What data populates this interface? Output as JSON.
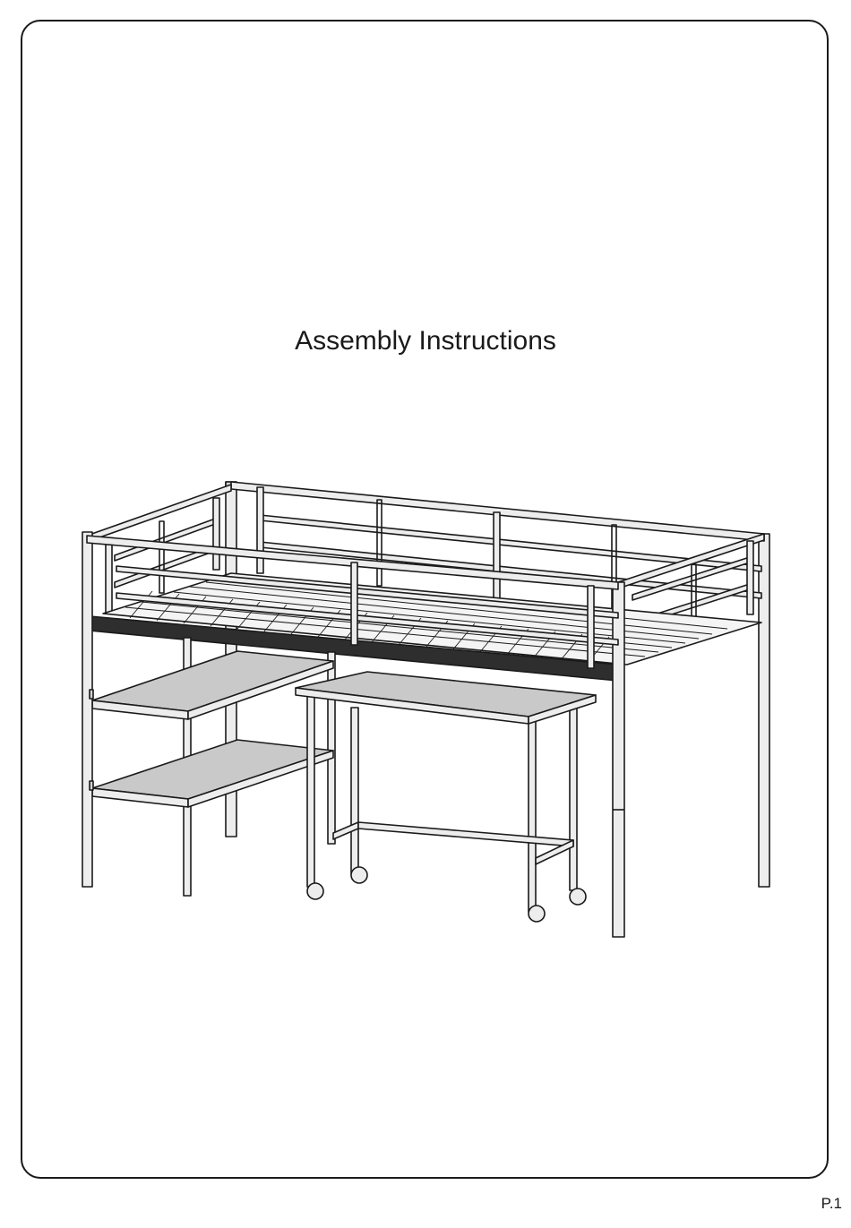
{
  "document": {
    "title": "Assembly Instructions",
    "page_number": "P.1"
  },
  "illustration": {
    "subject": "loft-bed-with-shelves-and-rolling-desk",
    "colors": {
      "line": "#1a1a1a",
      "metal": "#ededed",
      "panel": "#c9c9c9",
      "rail": "#2e2e2e"
    }
  }
}
